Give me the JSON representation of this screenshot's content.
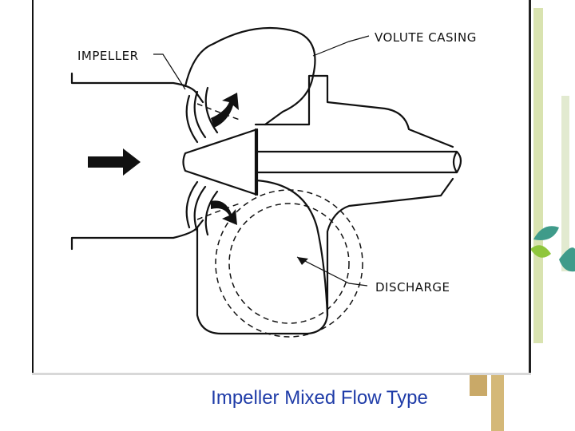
{
  "slide": {
    "caption": "Impeller Mixed Flow Type",
    "caption_color": "#1f3ca8"
  },
  "diagram": {
    "labels": {
      "impeller": "IMPELLER",
      "volute_casing": "VOLUTE  CASING",
      "discharge": "DISCHARGE"
    },
    "icons": [
      "inlet-flow-arrow-icon",
      "flow-curve-arrow-icon",
      "discharge-pointer-arrow-icon"
    ]
  },
  "decor": {
    "icons": [
      "bamboo-stalk-icon",
      "leaf-icon"
    ],
    "leaf_colors": [
      "#3f9b8a",
      "#8fc63c"
    ],
    "stalk_color": "#c9d99a"
  }
}
